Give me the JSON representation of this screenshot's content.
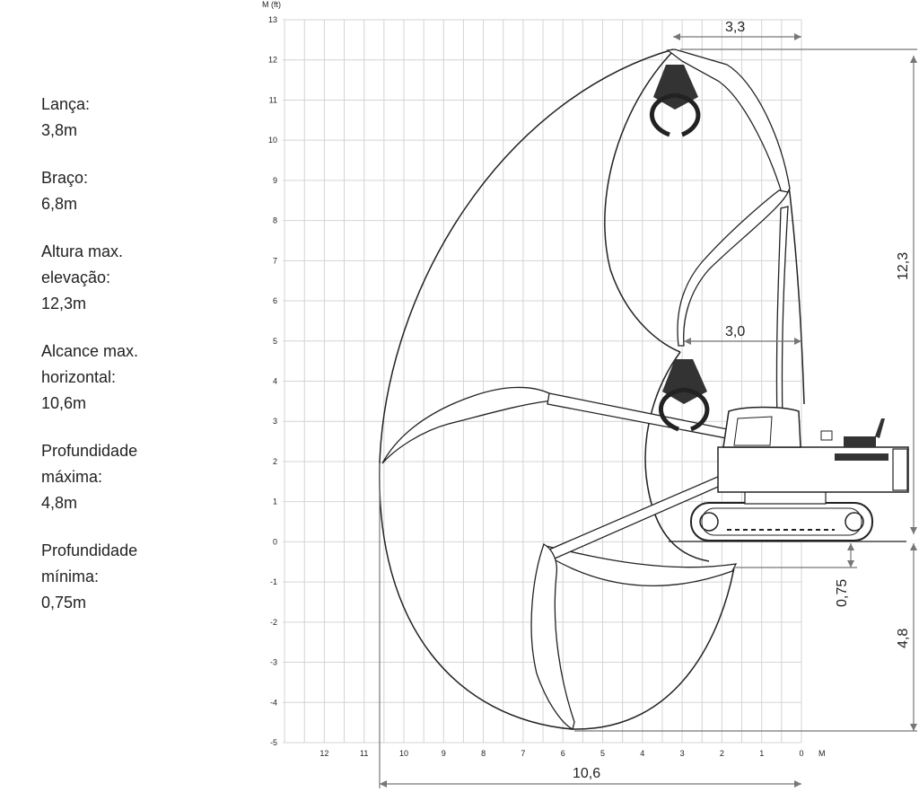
{
  "specs": [
    {
      "label": "Lança:",
      "value": "3,8m"
    },
    {
      "label": "Braço:",
      "value": "6,8m"
    },
    {
      "label": "Altura max.\nelevação:",
      "value": "12,3m"
    },
    {
      "label": "Alcance max.\nhorizontal:",
      "value": "10,6m"
    },
    {
      "label": "Profundidade\nmáxima:",
      "value": "4,8m"
    },
    {
      "label": "Profundidade\nmínima:",
      "value": "0,75m"
    }
  ],
  "diagram": {
    "y_axis_unit": "M (ft)",
    "x_axis_unit": "M",
    "y_ticks": [
      "13",
      "12",
      "11",
      "10",
      "9",
      "8",
      "7",
      "6",
      "5",
      "4",
      "3",
      "2",
      "1",
      "0",
      "-1",
      "-2",
      "-3",
      "-4",
      "-5"
    ],
    "x_ticks": [
      "12",
      "11",
      "10",
      "9",
      "8",
      "7",
      "6",
      "5",
      "4",
      "3",
      "2",
      "1",
      "0"
    ],
    "dimensions": {
      "top_reach": "3,3",
      "mid_reach": "3,0",
      "max_height": "12,3",
      "min_depth": "0,75",
      "max_depth": "4,8",
      "max_reach": "10,6"
    }
  }
}
